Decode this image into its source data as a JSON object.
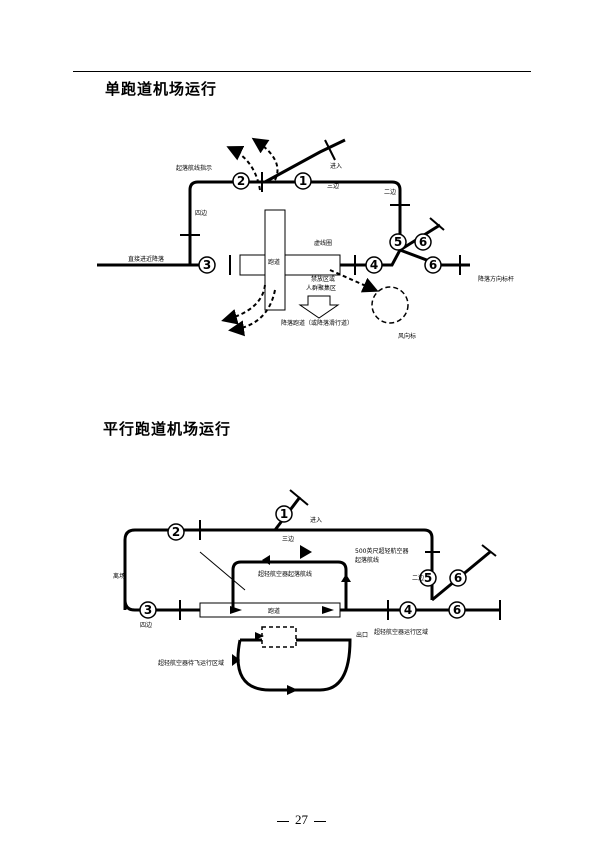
{
  "headings": {
    "single": "单跑道机场运行",
    "parallel": "平行跑道机场运行"
  },
  "single_diagram": {
    "labels": {
      "departure_indication": "起落航线指示",
      "entry": "进入",
      "downwind": "三边",
      "crosswind": "二边",
      "base": "四边",
      "straight_in": "直接进近降落",
      "deadline_circle": "虚线圈",
      "runway": "跑道",
      "no_fly_area": "禁放区或\n人群聚集区",
      "landing_direction": "降落方向标杆",
      "landing_runway": "降落跑道（或降落滑行道）",
      "windsock": "风向标"
    },
    "numbers": [
      "1",
      "2",
      "3",
      "4",
      "5",
      "6",
      "6"
    ]
  },
  "parallel_diagram": {
    "labels": {
      "entry": "进入",
      "downwind": "三边",
      "base": "四边",
      "crosswind": "二边",
      "departure": "离场",
      "ultralight_circuit": "超轻航空器起落航线",
      "nl_ft": "500英尺超轻航空器\n起落航线",
      "runway": "跑道",
      "exit": "出口",
      "ultralight_area": "超轻航空器待飞运行区域",
      "ultralight_area2": "超轻航空器运行区域"
    },
    "numbers": [
      "1",
      "2",
      "3",
      "4",
      "5",
      "6",
      "6"
    ]
  },
  "page_number": "27"
}
